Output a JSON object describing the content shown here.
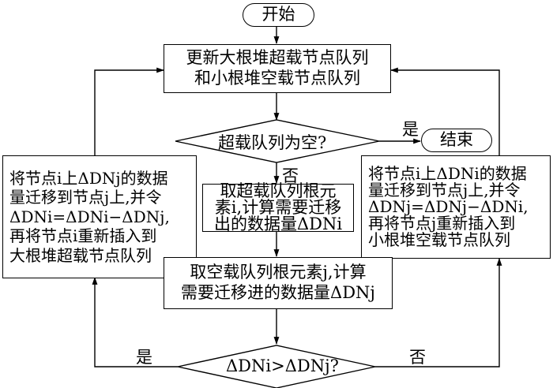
{
  "nodes": {
    "start": "开始",
    "update_queues": [
      "更新大根堆超载节点队列",
      "和小根堆空载节点队列"
    ],
    "check_overload_empty": "超载队列为空?",
    "end": "结束",
    "take_overload_root": [
      "取超载队列根元",
      "素i,计算需要迁移",
      "出的数据量ΔDNi"
    ],
    "left_migrate": [
      "将节点i上ΔDNj的数据",
      "量迁移到节点j上,并令",
      "ΔDNi=ΔDNi−ΔDNj,",
      "再将节点i重新插入到",
      "大根堆超载节点队列"
    ],
    "right_migrate": [
      "将节点i上ΔDNi的数据",
      "量迁移到节点j上,并令",
      "ΔDNj=ΔDNj−ΔDNi,",
      "再将节点j重新插入到",
      "小根堆空载节点队列"
    ],
    "take_empty_root": [
      "取空载队列根元素j,计算",
      "需要迁移进的数据量ΔDNj"
    ],
    "compare": "ΔDNi>ΔDNj?"
  },
  "edge_labels": {
    "yes_to_end": "是",
    "no_down": "否",
    "yes_left": "是",
    "no_right": "否"
  }
}
